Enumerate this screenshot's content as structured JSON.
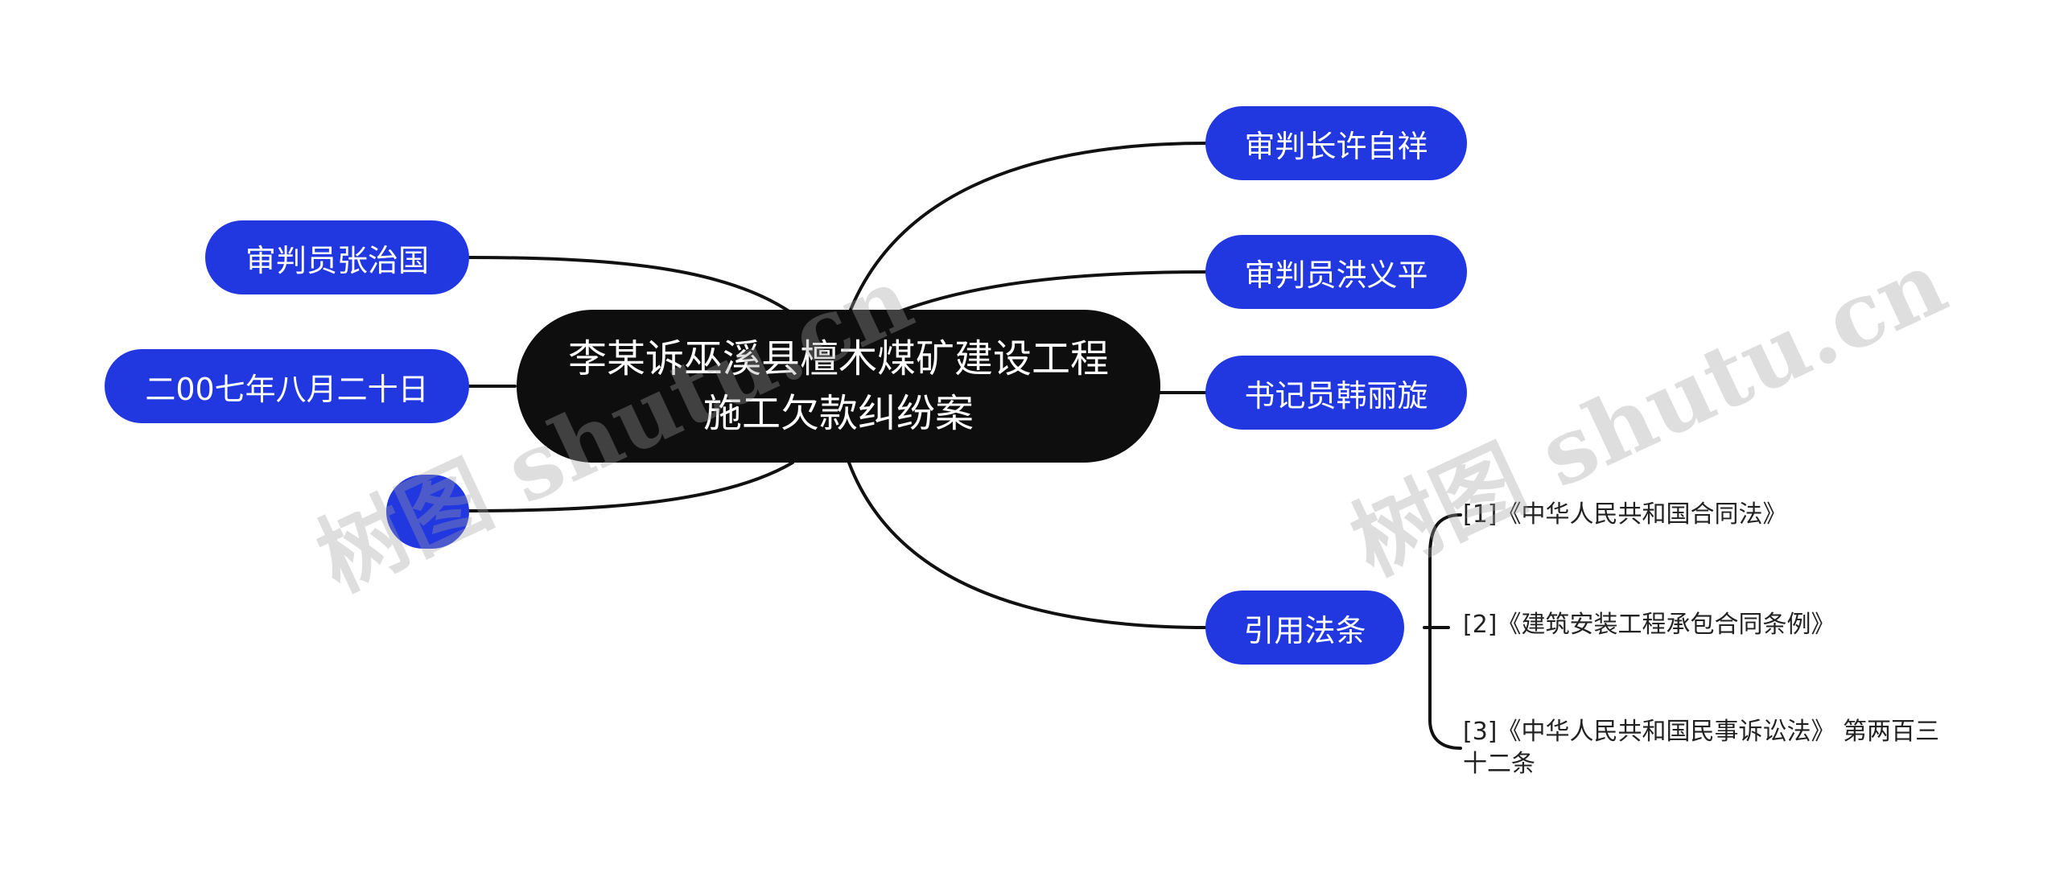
{
  "root": {
    "label": "李某诉巫溪县檀木煤矿建设工程施工欠款纠纷案"
  },
  "left_branches": [
    {
      "label": "审判员张治国"
    },
    {
      "label": "二00七年八月二十日"
    },
    {
      "label": ""
    }
  ],
  "right_branches": [
    {
      "label": "审判长许自祥"
    },
    {
      "label": "审判员洪义平"
    },
    {
      "label": "书记员韩丽旋"
    },
    {
      "label": "引用法条"
    }
  ],
  "cited_laws": [
    {
      "label": "[1]《中华人民共和国合同法》"
    },
    {
      "label": "[2]《建筑安装工程承包合同条例》"
    },
    {
      "label": "[3]《中华人民共和国民事诉讼法》 第两百三十二条"
    }
  ],
  "watermarks": [
    {
      "label": "树图 shutu.cn"
    },
    {
      "label": "树图 shutu.cn"
    }
  ],
  "colors": {
    "root_fill": "#0e0e0e",
    "branch_fill": "#2137e0",
    "connector": "#111111"
  }
}
